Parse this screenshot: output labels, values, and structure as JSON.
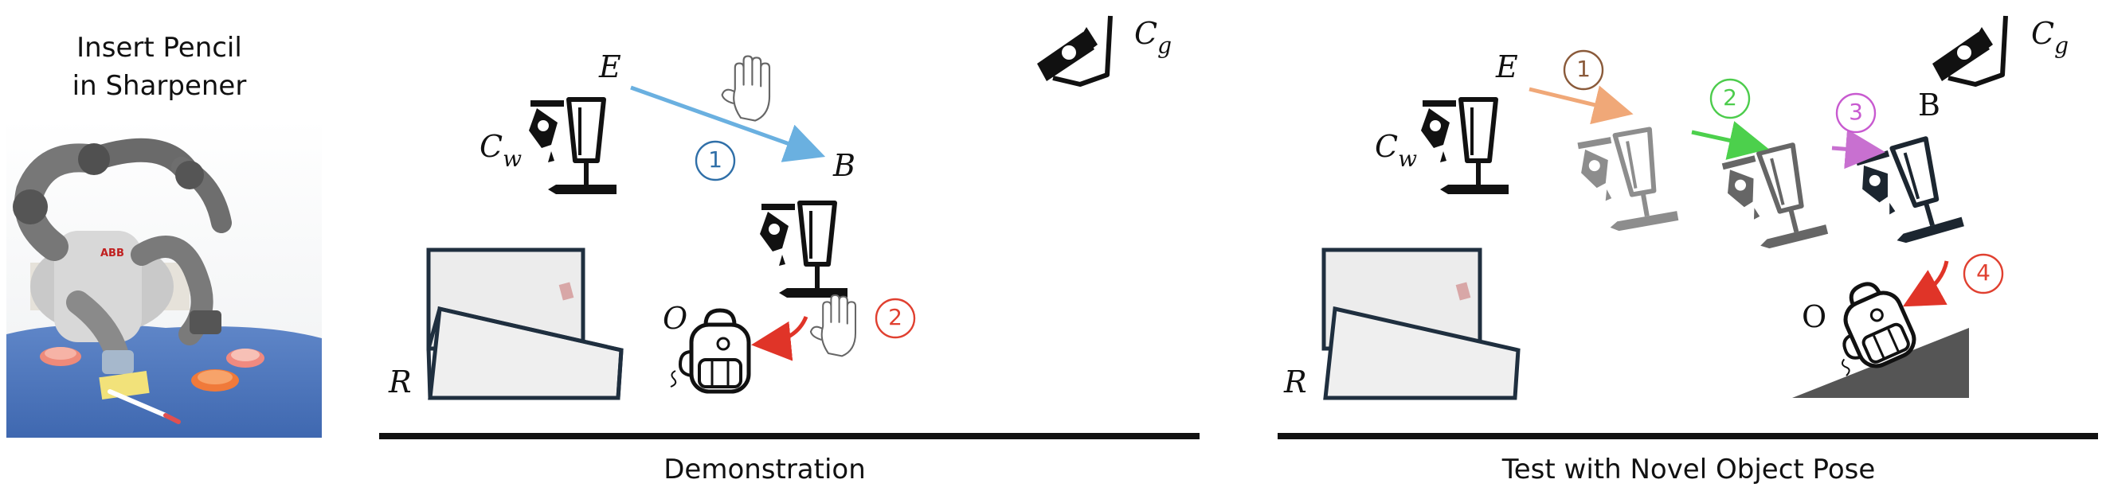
{
  "photo": {
    "title_line1": "Insert Pencil",
    "title_line2": "in Sharpener",
    "robot_brand": "ABB"
  },
  "demo": {
    "caption": "Demonstration",
    "labels": {
      "E": "E",
      "B": "B",
      "Cw_main": "C",
      "Cw_sub": "w",
      "Cg_main": "C",
      "Cg_sub": "g",
      "R": "R",
      "O": "O"
    },
    "steps": [
      "1",
      "2"
    ],
    "step_colors": [
      "#2f6fa8",
      "#e04030"
    ],
    "arrow_colors": [
      "#6ab0e0",
      "#e03428"
    ]
  },
  "test": {
    "caption": "Test with Novel Object Pose",
    "labels": {
      "E": "E",
      "B": "B",
      "Cw_main": "C",
      "Cw_sub": "w",
      "Cg_main": "C",
      "Cg_sub": "g",
      "R": "R",
      "O": "O"
    },
    "steps": [
      "1",
      "2",
      "3",
      "4"
    ],
    "step_colors": [
      "#8a5a3a",
      "#4ccc4c",
      "#c85ad0",
      "#e03428"
    ],
    "arrow_colors": [
      "#f0a878",
      "#4cd04c",
      "#c870d0",
      "#e03428"
    ]
  }
}
